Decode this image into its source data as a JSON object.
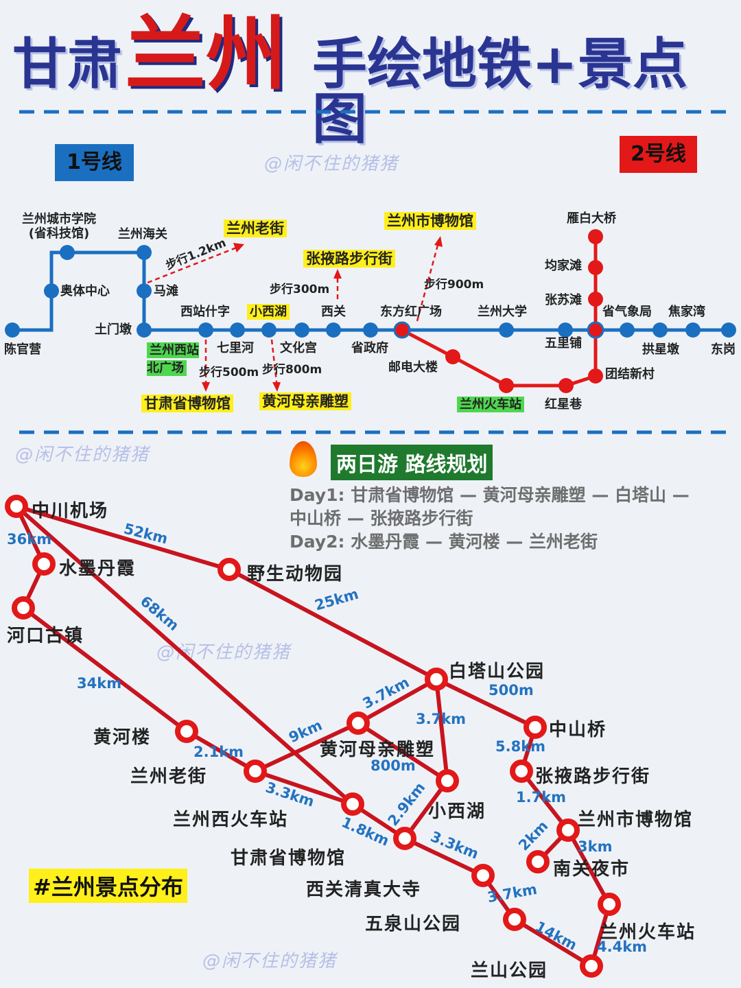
{
  "title": {
    "prefix": "甘肃",
    "city": "兰州",
    "suffix": "手绘地铁+景点图"
  },
  "colors": {
    "line1": "#1b6fc0",
    "line2": "#e31818",
    "title_blue": "#2a3592",
    "title_red": "#d61a1a",
    "highlight": "#ffef1a",
    "highlight_green": "#4fd64f",
    "distance": "#2472c0"
  },
  "watermark": "@闲不住的猪猪",
  "metro": {
    "line1_label": "1号线",
    "line2_label": "2号线",
    "line1_stations": [
      "陈官营",
      "兰州城市学院\n(省科技馆)",
      "奥体中心",
      "兰州海关",
      "马滩",
      "土门墩",
      "兰州西站\n北广场",
      "西站什字",
      "七里河",
      "小西湖",
      "文化宫",
      "西关",
      "省政府",
      "东方红广场",
      "兰州大学",
      "五里铺",
      "省气象局",
      "拱星墩",
      "焦家湾",
      "东岗"
    ],
    "line2_stations": [
      "雁白大桥",
      "均家滩",
      "张苏滩",
      "团结新村",
      "红星巷",
      "兰州火车站",
      "邮电大楼",
      "东方红广场"
    ],
    "attractions": [
      "兰州老街",
      "张掖路步行街",
      "兰州市博物馆",
      "甘肃省博物馆",
      "黄河母亲雕塑"
    ],
    "walks": [
      "步行1.2km",
      "步行300m",
      "步行900m",
      "步行500m",
      "步行800m"
    ]
  },
  "routes": {
    "title": "两日游 路线规划",
    "day1": "Day1: 甘肃省博物馆 — 黄河母亲雕塑 — 白塔山 —\n中山桥 — 张掖路步行街",
    "day2": "Day2: 水墨丹霞 — 黄河楼 — 兰州老街"
  },
  "spots": [
    "中川机场",
    "水墨丹霞",
    "野生动物园",
    "河口古镇",
    "白塔山公园",
    "中山桥",
    "黄河楼",
    "黄河母亲雕塑",
    "张掖路步行街",
    "兰州老街",
    "小西湖",
    "兰州西火车站",
    "兰州市博物馆",
    "甘肃省博物馆",
    "南关夜市",
    "西关清真大寺",
    "五泉山公园",
    "兰州火车站",
    "兰山公园"
  ],
  "distances": [
    "36km",
    "52km",
    "25km",
    "68km",
    "34km",
    "3.7km",
    "500m",
    "3.7km",
    "9km",
    "2.1km",
    "5.8km",
    "800m",
    "3.3km",
    "2.9km",
    "1.7km",
    "1.8km",
    "3.3km",
    "2km",
    "3km",
    "3.7km",
    "14km",
    "4.4km"
  ],
  "tag": "#兰州景点分布"
}
